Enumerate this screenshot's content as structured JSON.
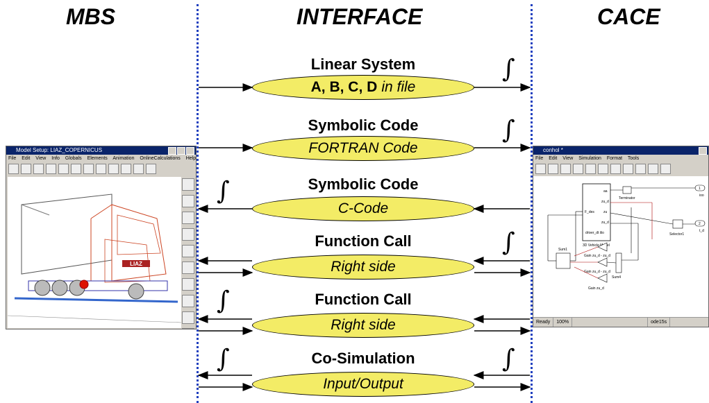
{
  "columns": {
    "mbs": "MBS",
    "interface": "INTERFACE",
    "cace": "CACE"
  },
  "rows": [
    {
      "title": "Linear System",
      "label_bold": "A, B, C, D",
      "label_italic": "in file",
      "direction": "mbs-to-cace"
    },
    {
      "title": "Symbolic Code",
      "label_italic": "FORTRAN Code",
      "direction": "mbs-to-cace"
    },
    {
      "title": "Symbolic Code",
      "label_italic": "C-Code",
      "direction": "cace-to-mbs"
    },
    {
      "title": "Function Call",
      "label_italic": "Right side",
      "direction": "bidirectional"
    },
    {
      "title": "Function Call",
      "label_italic": "Right side",
      "direction": "bidirectional"
    },
    {
      "title": "Co-Simulation",
      "label_italic": "Input/Output",
      "direction": "bidirectional"
    }
  ],
  "integral_symbol": "∫",
  "mbs_window": {
    "title": "Model Setup: LIAZ_COPERNICUS",
    "menu": [
      "File",
      "Edit",
      "View",
      "Info",
      "Globals",
      "Elements",
      "Animation",
      "OnlineCalculations",
      "Help"
    ],
    "truck_label": "LIAZ"
  },
  "cace_window": {
    "title": "conhol *",
    "menu": [
      "File",
      "Edit",
      "View",
      "Simulation",
      "Format",
      "Tools"
    ],
    "blocks": {
      "vehicle_model": "3D Vehicle Model",
      "vehicle_ports": [
        "aa",
        "zu_d",
        "F_des",
        "zu",
        "zu_d",
        "driver_dt ilio"
      ],
      "terminator": "Terminator",
      "selector": "Selector1",
      "out1": "1",
      "out1_label": "ioo",
      "out2": "2",
      "out2_label": "t_d",
      "sum1": "Sum1",
      "sum4": "Sum4",
      "gain1": "Gain zu_d - zu_d",
      "gain2": "Gain zu_d - zu_d",
      "gain3": "Gain zu_d"
    },
    "status": [
      "Ready",
      "100%",
      "",
      "ode15s"
    ]
  },
  "colors": {
    "ellipse_fill": "#f3ec66",
    "divider": "#1f3fbf",
    "titlebar": "#0a246a"
  }
}
